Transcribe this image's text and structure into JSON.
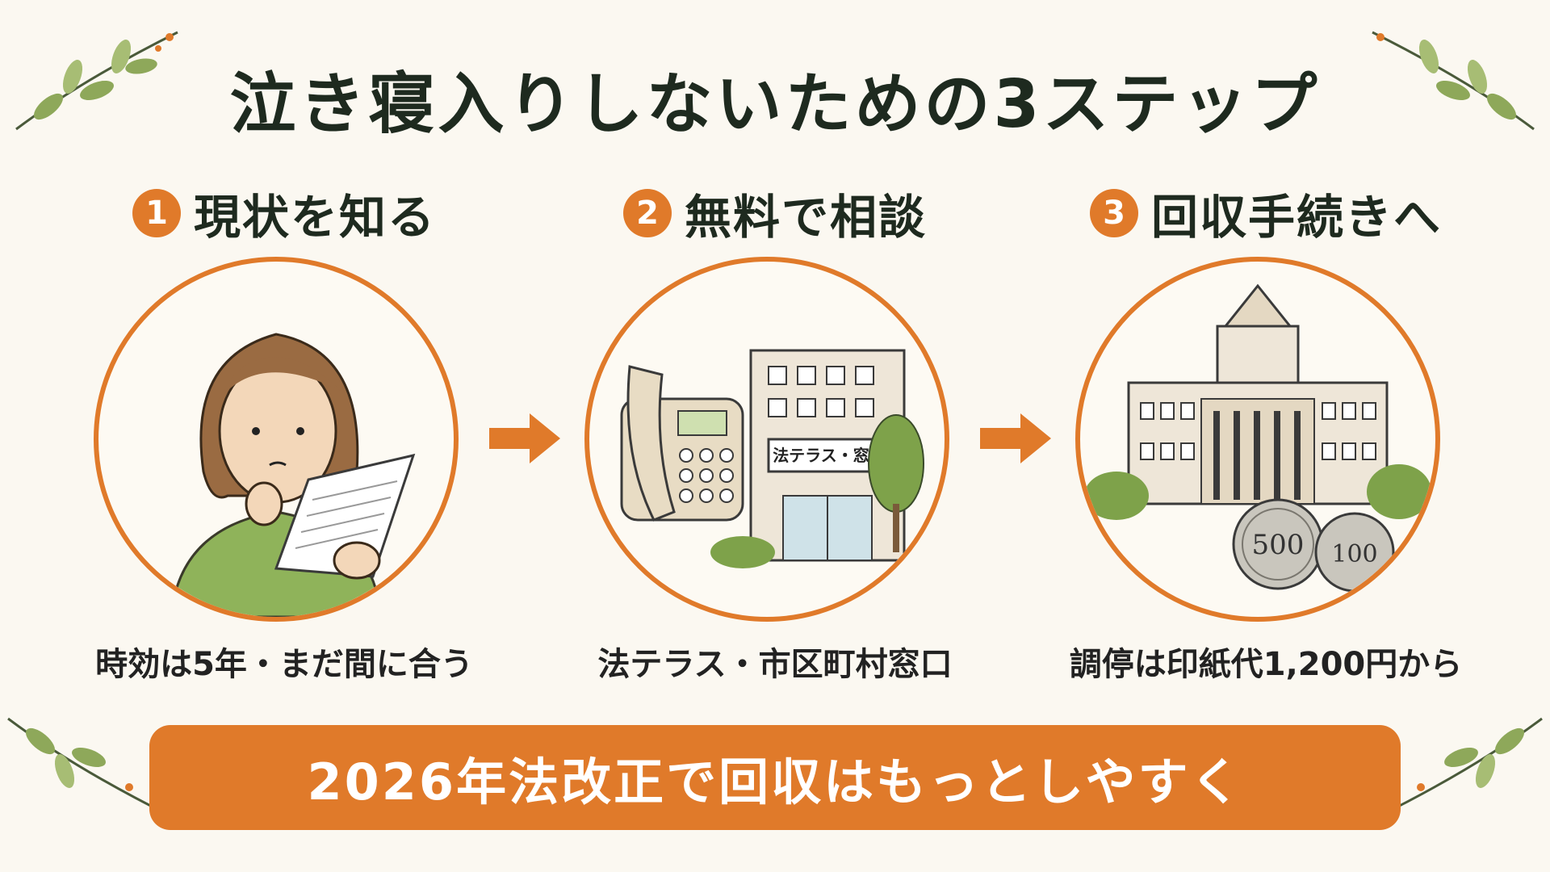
{
  "title": "泣き寝入りしないための3ステップ",
  "steps": [
    {
      "number": "1",
      "title": "現状を知る",
      "caption": "時効は5年・まだ間に合う"
    },
    {
      "number": "2",
      "title": "無料で相談",
      "caption": "法テラス・市区町村窓口",
      "sign": "法テラス・窓口"
    },
    {
      "number": "3",
      "title": "回収手続きへ",
      "caption": "調停は印紙代1,200円から",
      "coins": [
        "500",
        "100"
      ]
    }
  ],
  "banner": "2026年法改正で回収はもっとしやすく",
  "colors": {
    "accent": "#e07a2a",
    "background": "#fbf8f1",
    "title": "#1e2a1f",
    "leaf": "#8ea85a"
  },
  "icons": [
    "leaf-branch-icon",
    "arrow-right-icon",
    "woman-reading-icon",
    "telephone-icon",
    "office-building-icon",
    "diet-building-icon",
    "coin-icon"
  ]
}
